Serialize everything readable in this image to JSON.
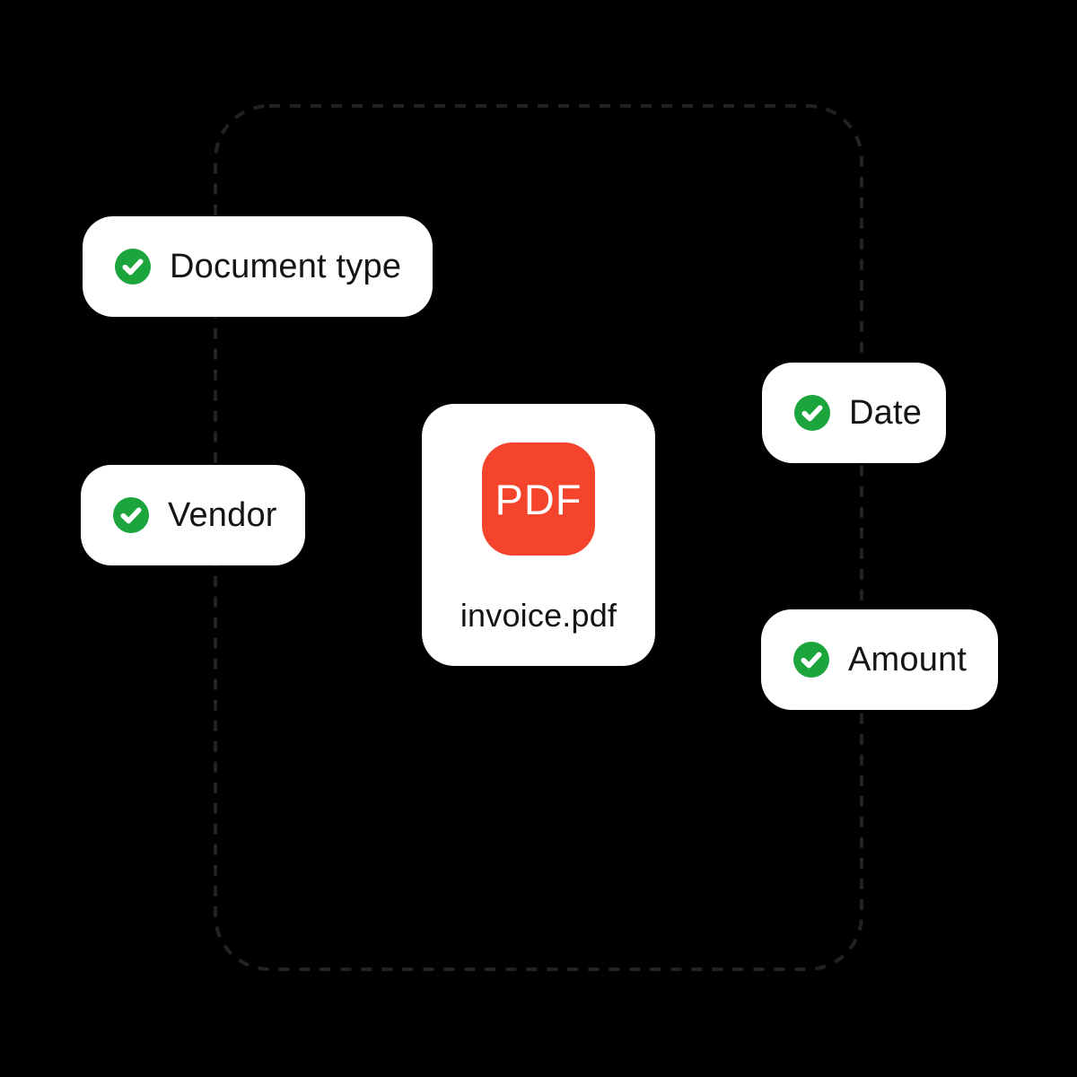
{
  "colors": {
    "background": "#000000",
    "card_bg": "#ffffff",
    "text": "#141414",
    "check_green": "#1BA53C",
    "check_white": "#ffffff",
    "pdf_red": "#F4452C",
    "pdf_text": "#ffffff",
    "frame_dash": "#222222"
  },
  "chips": [
    {
      "label": "Document type"
    },
    {
      "label": "Vendor"
    },
    {
      "label": "Date"
    },
    {
      "label": "Amount"
    }
  ],
  "file_card": {
    "badge_label": "PDF",
    "filename": "invoice.pdf"
  }
}
